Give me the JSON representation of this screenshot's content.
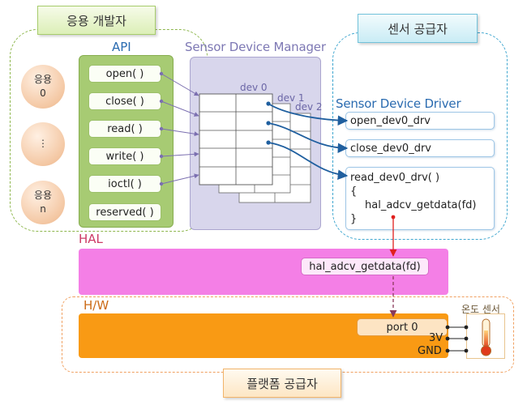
{
  "tags": {
    "app_developer": "응용 개발자",
    "sensor_supplier": "센서 공급자",
    "platform_supplier": "플랫폼 공급자"
  },
  "apps": [
    {
      "line1": "응용",
      "line2": "0"
    },
    {
      "line1": "⋮",
      "line2": ""
    },
    {
      "line1": "응용",
      "line2": "n"
    }
  ],
  "api": {
    "label": "API",
    "functions": [
      "open( )",
      "close( )",
      "read( )",
      "write( )",
      "ioctl( )",
      "reserved( )"
    ]
  },
  "sensor_device_manager": {
    "label": "Sensor Device Manager",
    "devices": [
      "dev 0",
      "dev 1",
      "dev 2"
    ]
  },
  "sensor_device_driver": {
    "label": "Sensor Device Driver",
    "open_fn": "open_dev0_drv",
    "close_fn": "close_dev0_drv",
    "read_fn": "read_dev0_drv( )",
    "open_brace": "{",
    "read_body": "hal_adcv_getdata(fd)",
    "close_brace": "}"
  },
  "hal": {
    "label": "HAL",
    "function": "hal_adcv_getdata(fd)"
  },
  "hw": {
    "label": "H/W",
    "port": "port 0",
    "pins": [
      "3V",
      "GND"
    ]
  },
  "temperature_sensor": {
    "label": "온도 센서"
  },
  "colors": {
    "api_panel": "#a7cb73",
    "device_manager_panel": "#d8d6ec",
    "hal_bar": "#f47fe6",
    "hw_bar": "#f99a14",
    "driver_arrow": "#1f5f9f",
    "hal_arrow": "#e0201e"
  }
}
